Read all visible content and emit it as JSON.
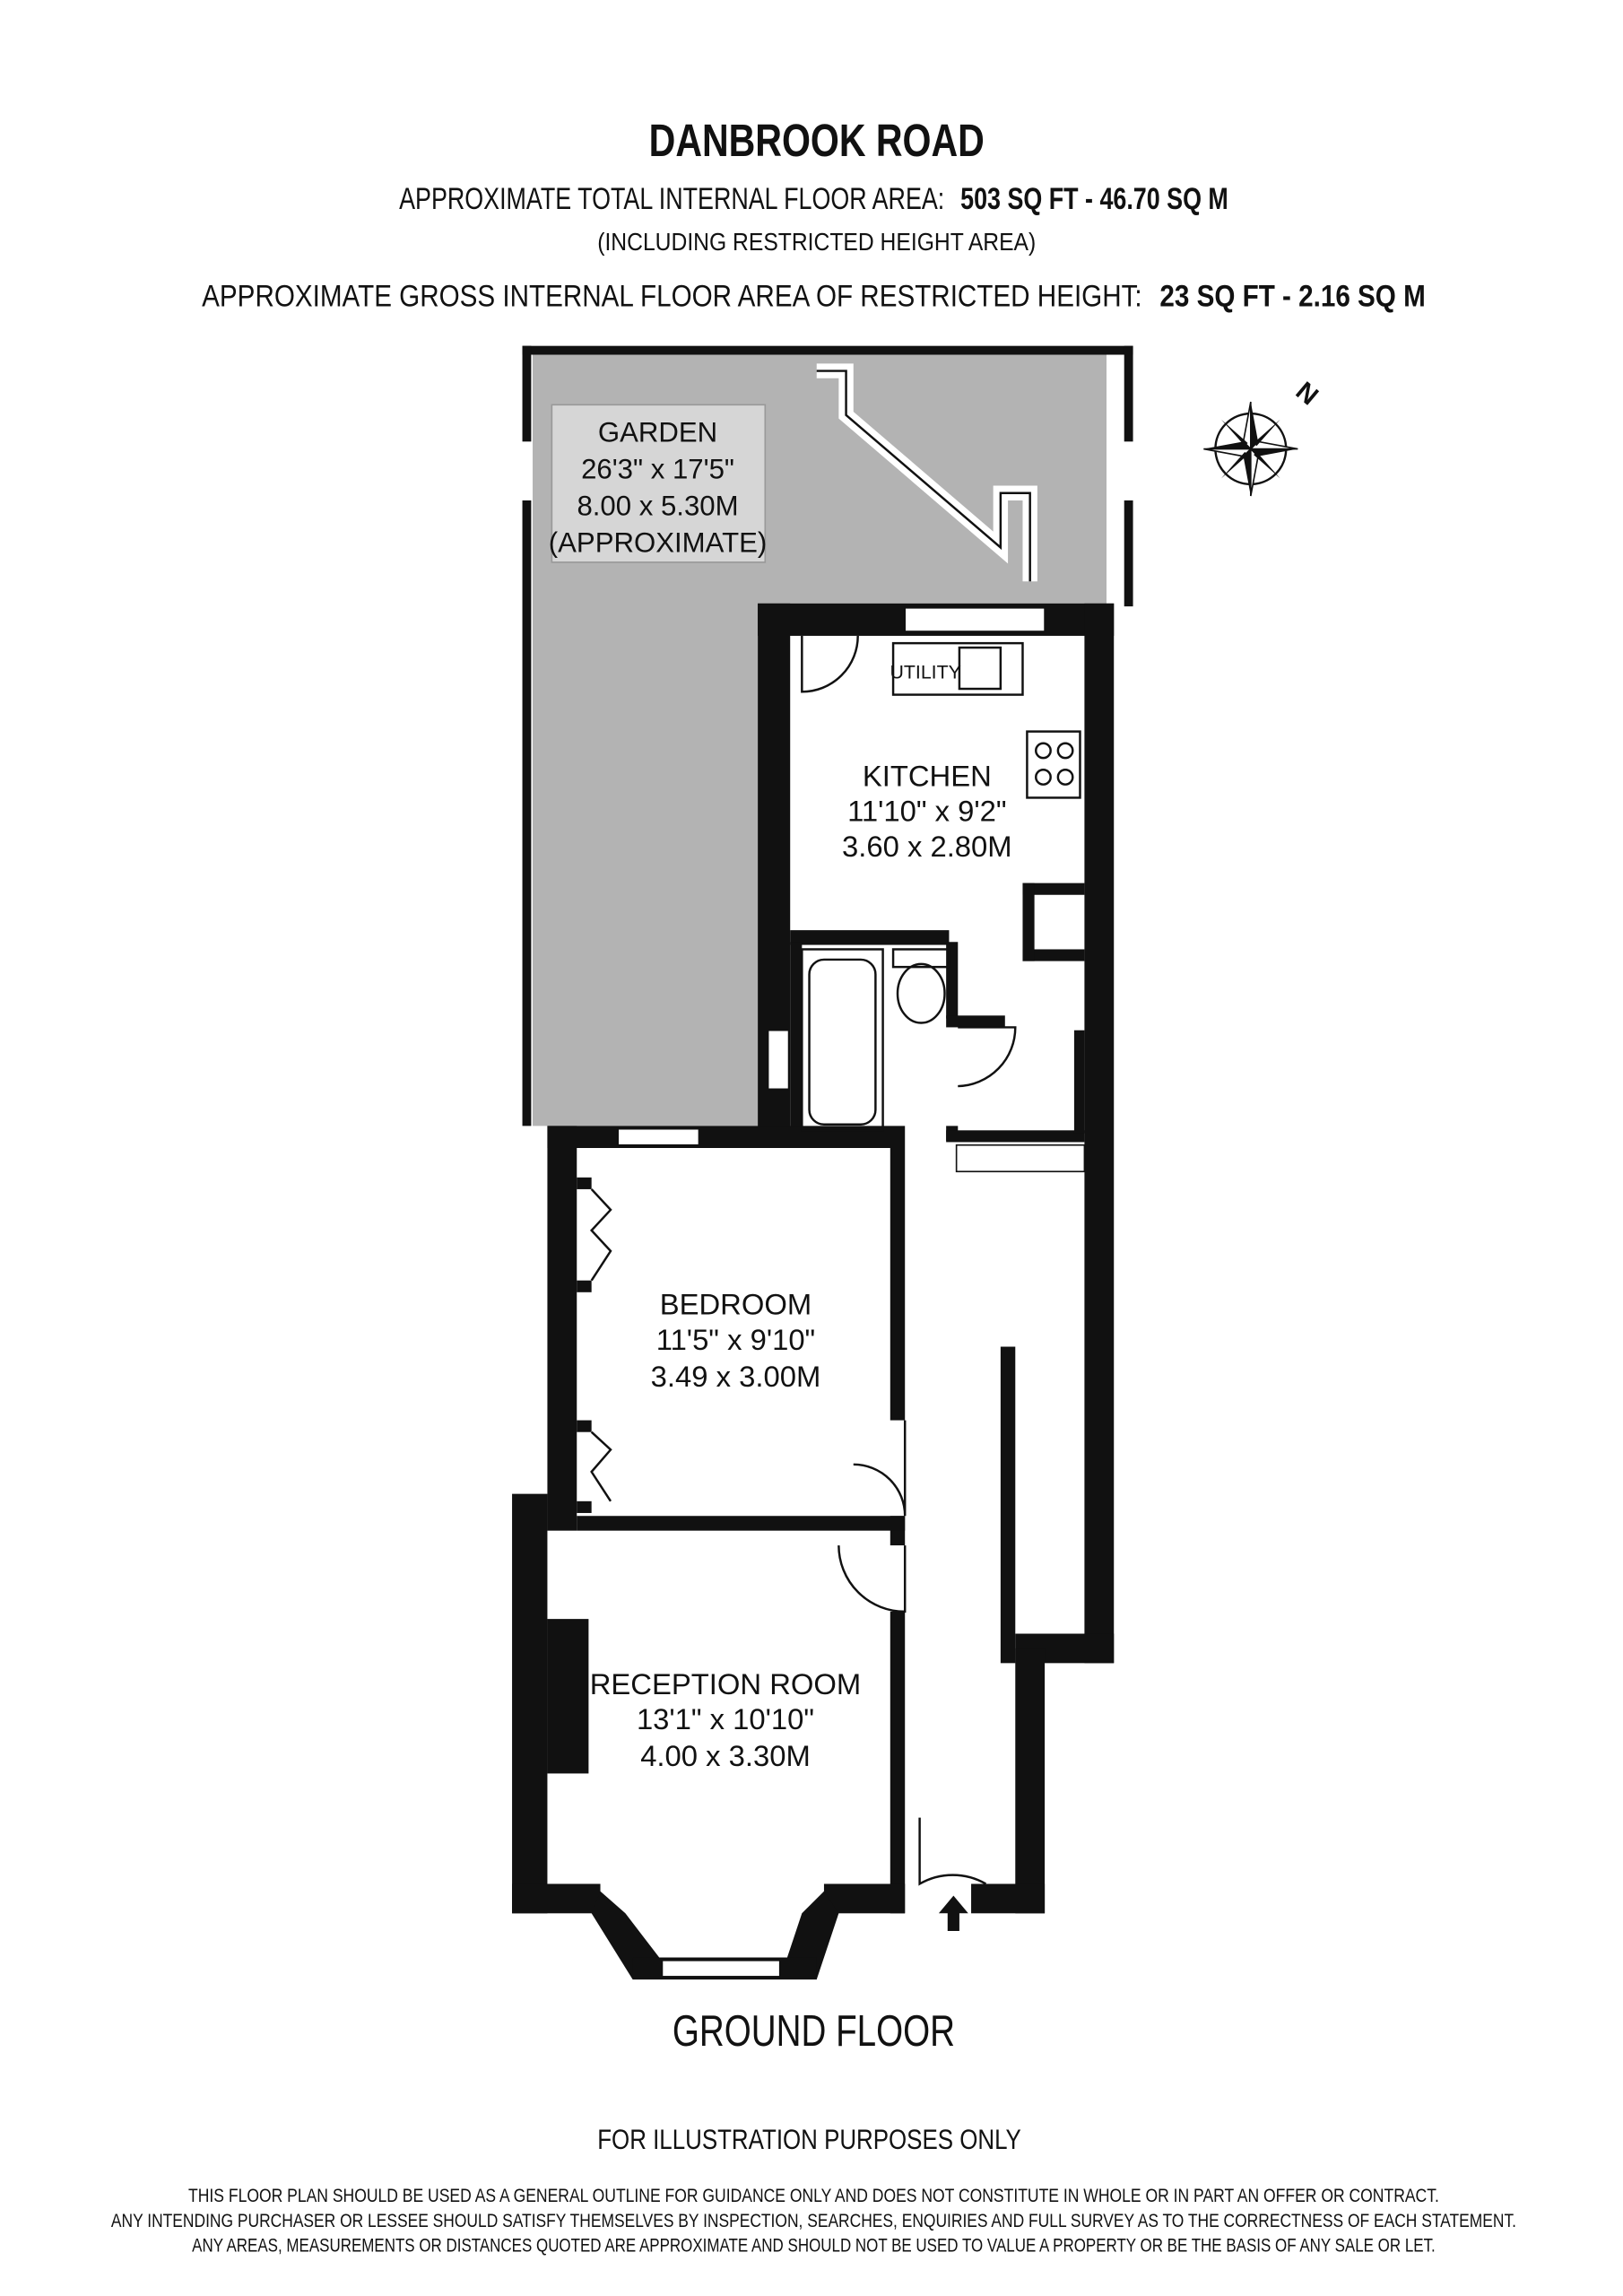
{
  "header": {
    "title": "DANBROOK ROAD",
    "total_area_label": "APPROXIMATE TOTAL INTERNAL FLOOR AREA:",
    "total_area_value": "503 SQ FT  -  46.70 SQ M",
    "including_note": "(INCLUDING RESTRICTED HEIGHT AREA)",
    "restricted_label": "APPROXIMATE GROSS INTERNAL FLOOR AREA OF RESTRICTED HEIGHT:",
    "restricted_value": "23 SQ FT  - 2.16 SQ M"
  },
  "compass": {
    "label": "N",
    "icon": "compass-rose-icon"
  },
  "rooms": {
    "garden": {
      "name": "GARDEN",
      "imperial": "26'3\" x 17'5\"",
      "metric": "8.00 x 5.30M",
      "note": "(APPROXIMATE)"
    },
    "utility": {
      "name": "UTILITY"
    },
    "kitchen": {
      "name": "KITCHEN",
      "imperial": "11'10\" x 9'2\"",
      "metric": "3.60 x 2.80M"
    },
    "bedroom": {
      "name": "BEDROOM",
      "imperial": "11'5\" x 9'10\"",
      "metric": "3.49 x 3.00M"
    },
    "reception": {
      "name": "RECEPTION ROOM",
      "imperial": "13'1\" x 10'10\"",
      "metric": "4.00 x 3.30M"
    }
  },
  "floor_label": "GROUND FLOOR",
  "illustration_note": "FOR ILLUSTRATION PURPOSES ONLY",
  "disclaimer": [
    "THIS FLOOR PLAN SHOULD BE USED AS A GENERAL OUTLINE FOR GUIDANCE ONLY AND DOES NOT CONSTITUTE IN WHOLE OR IN PART AN OFFER OR CONTRACT.",
    "ANY INTENDING PURCHASER OR LESSEE SHOULD SATISFY THEMSELVES BY INSPECTION, SEARCHES, ENQUIRIES AND FULL SURVEY AS TO THE CORRECTNESS OF EACH STATEMENT.",
    "ANY AREAS, MEASUREMENTS OR DISTANCES QUOTED ARE APPROXIMATE AND SHOULD NOT BE USED TO VALUE A PROPERTY OR BE THE BASIS OF ANY SALE OR LET."
  ],
  "colors": {
    "wall": "#111111",
    "garden_fill": "#b3b3b3",
    "garden_label_bg": "#d6d6d6"
  }
}
